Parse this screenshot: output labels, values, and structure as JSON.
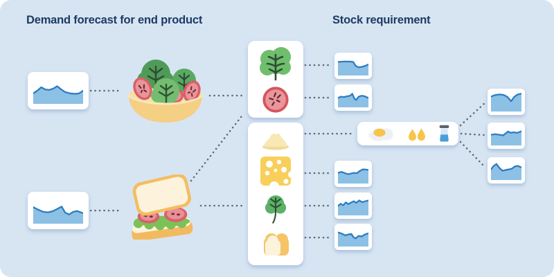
{
  "header": {
    "left_title": "Demand forecast for end product",
    "right_title": "Stock requirement"
  },
  "colors": {
    "background": "#d7e5f3",
    "card_background": "#ffffff",
    "title_text": "#1d3a63",
    "chart_fill": "#8cc0e5",
    "chart_stroke": "#2e7cc0",
    "connector": "#5d6a77",
    "bowl_yellow": "#f4cf84",
    "bread_crust": "#f5c468",
    "bread_crumb": "#fdf3dc",
    "lettuce_green": "#6fbe6d",
    "dark_leaf_green": "#4f9b58",
    "tomato_red": "#d8606a",
    "tomato_flesh": "#eb959b",
    "cheese_yellow": "#f8cf5b",
    "butter_cream": "#f7e8b4",
    "yolk_yellow": "#f6c54c",
    "salt_blue": "#4b9ed9"
  },
  "nodes": {
    "products": [
      {
        "id": "salad",
        "icon": "salad-bowl-icon"
      },
      {
        "id": "sandwich",
        "icon": "sandwich-icon"
      }
    ],
    "ingredient_cards": [
      {
        "id": "fresh-ingredients",
        "items": [
          {
            "id": "lettuce",
            "icon": "lettuce-icon"
          },
          {
            "id": "tomato",
            "icon": "tomato-slice-icon"
          }
        ]
      },
      {
        "id": "sandwich-ingredients",
        "items": [
          {
            "id": "butter",
            "icon": "butter-icon"
          },
          {
            "id": "cheese",
            "icon": "cheese-icon"
          },
          {
            "id": "greens",
            "icon": "greens-icon"
          },
          {
            "id": "bread",
            "icon": "bread-icon"
          }
        ]
      },
      {
        "id": "mayo-ingredients",
        "items": [
          {
            "id": "egg",
            "icon": "fried-egg-icon"
          },
          {
            "id": "oil",
            "icon": "oil-drops-icon"
          },
          {
            "id": "salt",
            "icon": "salt-shaker-icon"
          }
        ]
      }
    ]
  },
  "connectors": [
    {
      "from": "demand-chart-salad",
      "to": "salad",
      "line": [
        131,
        131,
        175,
        131
      ]
    },
    {
      "from": "salad",
      "to": "fresh-ingredients",
      "line": [
        303,
        138,
        353,
        138
      ]
    },
    {
      "from": "sandwich",
      "to": "fresh-ingredients",
      "line": [
        276,
        261,
        352,
        164
      ]
    },
    {
      "from": "demand-chart-sandwich",
      "to": "sandwich",
      "line": [
        131,
        304,
        173,
        304
      ]
    },
    {
      "from": "sandwich",
      "to": "sandwich-ingredients",
      "line": [
        290,
        297,
        353,
        297
      ]
    },
    {
      "from": "fresh-ingredients",
      "to": "stock-chart-lettuce",
      "line": [
        441,
        94,
        478,
        94
      ]
    },
    {
      "from": "fresh-ingredients",
      "to": "stock-chart-tomato",
      "line": [
        441,
        141,
        478,
        141
      ]
    },
    {
      "from": "sandwich-ingredients",
      "to": "mayo-ingredients",
      "line": [
        441,
        193,
        511,
        193
      ]
    },
    {
      "from": "sandwich-ingredients",
      "to": "stock-chart-cheese",
      "line": [
        441,
        250,
        478,
        250
      ]
    },
    {
      "from": "sandwich-ingredients",
      "to": "stock-chart-greens",
      "line": [
        441,
        297,
        478,
        297
      ]
    },
    {
      "from": "sandwich-ingredients",
      "to": "stock-chart-bread",
      "line": [
        441,
        343,
        478,
        343
      ]
    },
    {
      "from": "mayo-ingredients",
      "to": "stock-chart-egg",
      "line": [
        665,
        181,
        701,
        148
      ]
    },
    {
      "from": "mayo-ingredients",
      "to": "stock-chart-oil",
      "line": [
        666,
        193,
        699,
        195
      ]
    },
    {
      "from": "mayo-ingredients",
      "to": "stock-chart-salt",
      "line": [
        665,
        205,
        701,
        242
      ]
    }
  ],
  "chart_data": {
    "type": "area",
    "axes_visible": false,
    "grid": false,
    "x_range": [
      0,
      100
    ],
    "value_range": [
      0,
      100
    ],
    "series": [
      {
        "id": "demand-salad",
        "x": [
          0,
          8,
          16,
          24,
          32,
          40,
          48,
          56,
          64,
          74,
          84,
          92,
          100
        ],
        "values": [
          40,
          50,
          63,
          55,
          53,
          58,
          67,
          55,
          45,
          40,
          38,
          40,
          50
        ]
      },
      {
        "id": "demand-sandwich",
        "x": [
          0,
          10,
          20,
          30,
          40,
          50,
          57,
          64,
          72,
          80,
          88,
          100
        ],
        "values": [
          63,
          53,
          45,
          43,
          48,
          58,
          65,
          42,
          35,
          45,
          48,
          40
        ]
      },
      {
        "id": "stock-lettuce",
        "x": [
          0,
          20,
          40,
          50,
          58,
          68,
          80,
          90,
          100
        ],
        "values": [
          70,
          72,
          72,
          70,
          50,
          42,
          45,
          50,
          57
        ]
      },
      {
        "id": "stock-tomato",
        "x": [
          0,
          10,
          20,
          30,
          40,
          47,
          54,
          60,
          68,
          78,
          88,
          100
        ],
        "values": [
          48,
          55,
          53,
          57,
          60,
          70,
          45,
          38,
          55,
          60,
          57,
          48
        ]
      },
      {
        "id": "stock-cheese",
        "x": [
          0,
          12,
          24,
          34,
          44,
          54,
          62,
          72,
          82,
          92,
          100
        ],
        "values": [
          55,
          60,
          53,
          48,
          52,
          55,
          53,
          65,
          73,
          72,
          70
        ]
      },
      {
        "id": "stock-greens",
        "x": [
          0,
          9,
          17,
          26,
          34,
          42,
          52,
          60,
          70,
          80,
          90,
          100
        ],
        "values": [
          48,
          60,
          52,
          67,
          58,
          65,
          73,
          65,
          77,
          68,
          73,
          77
        ]
      },
      {
        "id": "stock-bread",
        "x": [
          0,
          12,
          24,
          34,
          44,
          51,
          58,
          68,
          78,
          88,
          100
        ],
        "values": [
          73,
          67,
          58,
          62,
          65,
          48,
          42,
          55,
          52,
          62,
          68
        ]
      },
      {
        "id": "stock-egg",
        "x": [
          0,
          14,
          28,
          42,
          54,
          66,
          76,
          88,
          100
        ],
        "values": [
          77,
          85,
          88,
          85,
          75,
          53,
          75,
          88,
          92
        ]
      },
      {
        "id": "stock-oil",
        "x": [
          0,
          14,
          28,
          40,
          48,
          56,
          64,
          74,
          86,
          100
        ],
        "values": [
          55,
          58,
          55,
          52,
          62,
          72,
          65,
          68,
          65,
          73
        ]
      },
      {
        "id": "stock-salt",
        "x": [
          0,
          9,
          18,
          28,
          38,
          48,
          58,
          68,
          78,
          88,
          100
        ],
        "values": [
          55,
          73,
          83,
          62,
          48,
          52,
          55,
          58,
          70,
          73,
          65
        ]
      }
    ]
  }
}
